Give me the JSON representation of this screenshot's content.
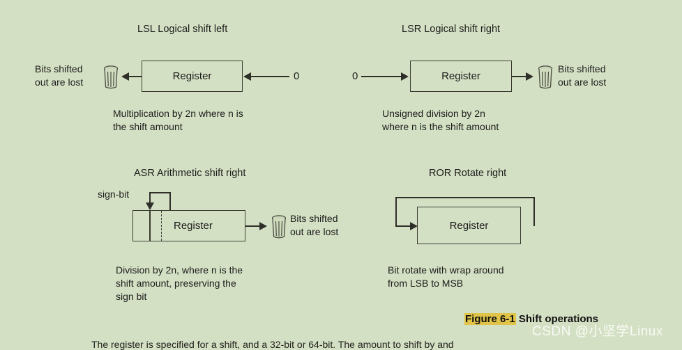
{
  "figure": {
    "background_color": "#d4e0c3",
    "line_color": "#2f2f2a",
    "highlight_color": "#e0c44a",
    "caption_number": "Figure 6-1",
    "caption_text": " Shift operations",
    "watermark": "CSDN @小坚学Linux",
    "tail_text": "The register is specified for a shift, and a 32-bit or 64-bit. The amount to shift by and"
  },
  "panels": [
    {
      "id": "lsl",
      "title": "LSL Logical shift left",
      "register_label": "Register",
      "input_label": "0",
      "discard_label": "Bits shifted\nout are lost",
      "note": "Multiplication by 2n where n is\nthe shift amount",
      "direction": "left",
      "bin_icon": "trash-bin-icon"
    },
    {
      "id": "lsr",
      "title": "LSR Logical shift right",
      "register_label": "Register",
      "input_label": "0",
      "discard_label": "Bits shifted\nout are lost",
      "note": "Unsigned division by 2n\nwhere n is the shift amount",
      "direction": "right",
      "bin_icon": "trash-bin-icon"
    },
    {
      "id": "asr",
      "title": "ASR Arithmetic shift right",
      "register_label": "Register",
      "sign_bit_label": "sign-bit",
      "discard_label": "Bits shifted\nout are lost",
      "note": "Division by 2n, where n is the\nshift amount, preserving the\nsign bit",
      "direction": "right",
      "bin_icon": "trash-bin-icon"
    },
    {
      "id": "ror",
      "title": "ROR Rotate right",
      "register_label": "Register",
      "note": "Bit rotate with wrap around\nfrom LSB to MSB",
      "direction": "right-wrap"
    }
  ]
}
